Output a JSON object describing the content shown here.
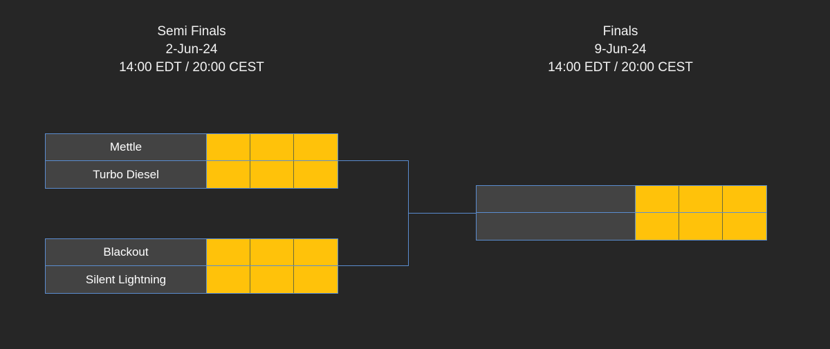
{
  "background_color": "#262626",
  "accent_colors": {
    "score_cell": "#ffc20a",
    "border": "#5b8dd0",
    "team_cell": "#434343",
    "text": "#ffffff"
  },
  "rounds": [
    {
      "name": "Semi Finals",
      "date": "2-Jun-24",
      "time": "14:00 EDT / 20:00 CEST"
    },
    {
      "name": "Finals",
      "date": "9-Jun-24",
      "time": "14:00 EDT / 20:00 CEST"
    }
  ],
  "matches": {
    "semi_top": {
      "teams": [
        {
          "name": "Mettle",
          "scores": [
            "",
            "",
            ""
          ]
        },
        {
          "name": "Turbo Diesel",
          "scores": [
            "",
            "",
            ""
          ]
        }
      ]
    },
    "semi_bottom": {
      "teams": [
        {
          "name": "Blackout",
          "scores": [
            "",
            "",
            ""
          ]
        },
        {
          "name": "Silent Lightning",
          "scores": [
            "",
            "",
            ""
          ]
        }
      ]
    },
    "final": {
      "teams": [
        {
          "name": "",
          "scores": [
            "",
            "",
            ""
          ]
        },
        {
          "name": "",
          "scores": [
            "",
            "",
            ""
          ]
        }
      ]
    }
  }
}
